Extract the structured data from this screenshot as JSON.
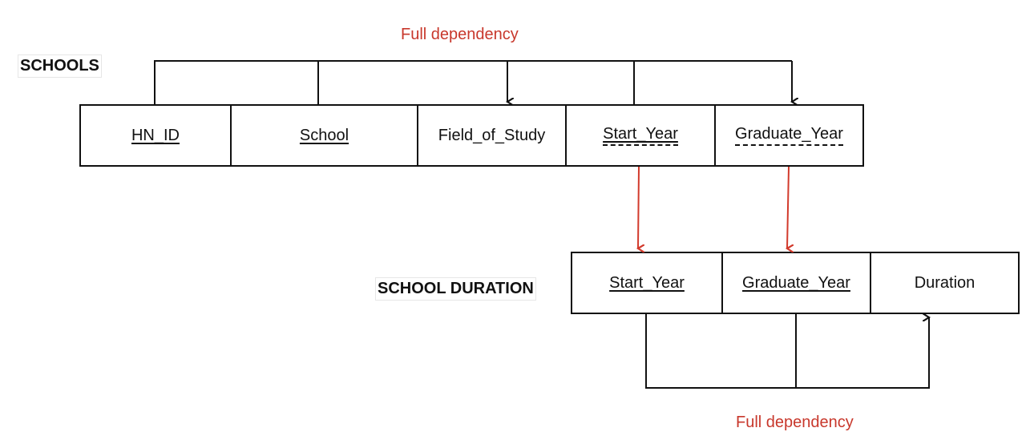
{
  "schools": {
    "title": "SCHOOLS",
    "columns": [
      {
        "label": "HN_ID",
        "style": "pk"
      },
      {
        "label": "School",
        "style": "pk"
      },
      {
        "label": "Field_of_Study",
        "style": "plain"
      },
      {
        "label": "Start_Year",
        "style": "pk-fk"
      },
      {
        "label": "Graduate_Year",
        "style": "fk"
      }
    ]
  },
  "school_duration": {
    "title": "SCHOOL DURATION",
    "columns": [
      {
        "label": "Start_Year",
        "style": "pk"
      },
      {
        "label": "Graduate_Year",
        "style": "pk"
      },
      {
        "label": "Duration",
        "style": "plain"
      }
    ]
  },
  "dependencies": {
    "top_label": "Full dependency",
    "bottom_label": "Full dependency"
  },
  "colors": {
    "dependency_label": "#c8382c",
    "reference_arrow": "#d23a2c",
    "line": "#111111"
  }
}
